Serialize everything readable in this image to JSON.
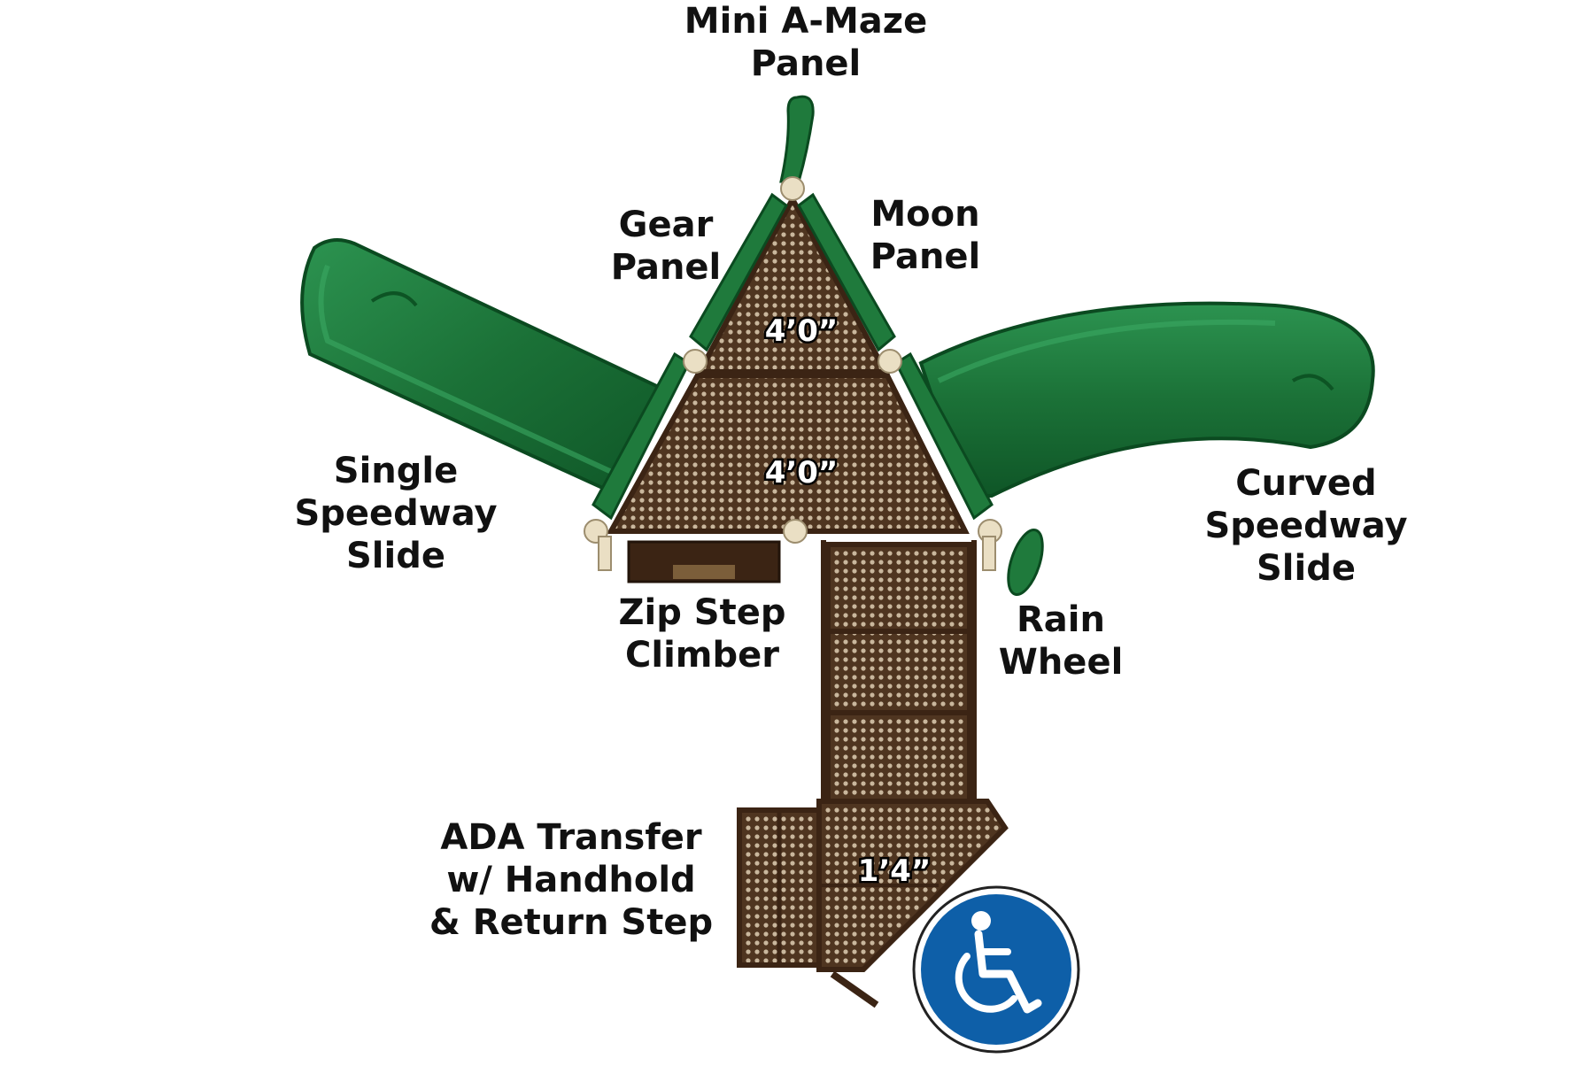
{
  "labels": {
    "mini_a_maze": [
      "Mini A-Maze",
      "Panel"
    ],
    "gear_panel": [
      "Gear",
      "Panel"
    ],
    "moon_panel": [
      "Moon",
      "Panel"
    ],
    "single_speedway": [
      "Single",
      "Speedway",
      "Slide"
    ],
    "curved_speedway": [
      "Curved",
      "Speedway",
      "Slide"
    ],
    "zip_step": [
      "Zip Step",
      "Climber"
    ],
    "rain_wheel": [
      "Rain",
      "Wheel"
    ],
    "ada_transfer": [
      "ADA Transfer",
      "w/ Handhold",
      "& Return Step"
    ]
  },
  "dimensions": {
    "top_deck": "4’0”",
    "main_deck": "4’0”",
    "transfer_deck": "1’4”"
  },
  "icons": {
    "accessibility": "wheelchair-accessibility-icon"
  },
  "colors": {
    "slide_green": "#1f7a3c",
    "deck_brown": "#5a3b22",
    "post_cream": "#eadfc4",
    "badge_blue": "#0e5fa8"
  }
}
